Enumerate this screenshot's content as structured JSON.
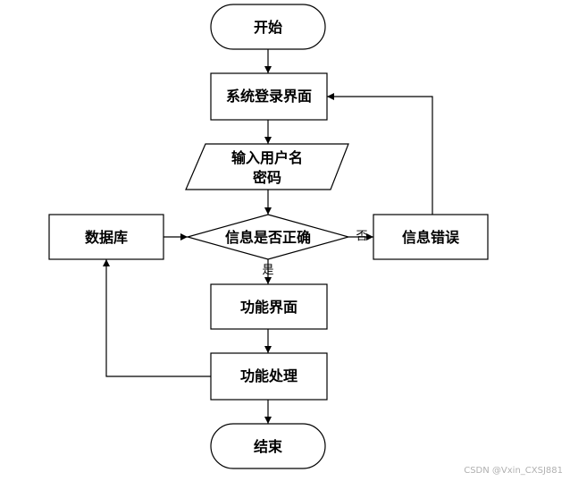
{
  "nodes": {
    "start": "开始",
    "login": "系统登录界面",
    "input_line1": "输入用户名",
    "input_line2": "密码",
    "check": "信息是否正确",
    "database": "数据库",
    "error": "信息错误",
    "function_ui": "功能界面",
    "function_proc": "功能处理",
    "end": "结束"
  },
  "edges": {
    "yes": "是",
    "no": "否"
  },
  "watermark": "CSDN @Vxin_CXSJ881"
}
